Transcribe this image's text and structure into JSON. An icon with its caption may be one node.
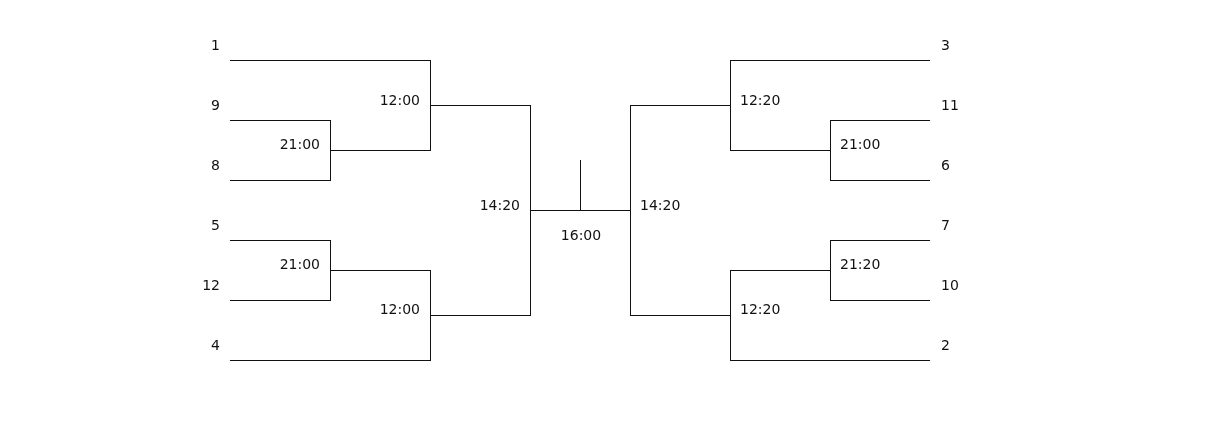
{
  "diagram": {
    "nodes": [
      {
        "text": [
          "1"
        ]
      },
      {
        "text": [
          "9"
        ]
      },
      {
        "text": [
          "8"
        ]
      },
      {
        "text": [
          "5"
        ]
      },
      {
        "text": [
          "12"
        ]
      },
      {
        "text": [
          "4"
        ]
      },
      {
        "text": [
          "21:00"
        ]
      },
      {
        "text": [
          "21:00"
        ]
      },
      {
        "text": [
          "12:00"
        ]
      },
      {
        "text": [
          "12:00"
        ]
      },
      {
        "text": [
          "14:20"
        ]
      },
      {
        "text": [
          "16:00"
        ]
      },
      {
        "text": [
          "14:20"
        ]
      },
      {
        "text": [
          "12:20"
        ]
      },
      {
        "text": [
          "12:20"
        ]
      },
      {
        "text": [
          "21:00"
        ]
      },
      {
        "text": [
          "21:20"
        ]
      },
      {
        "text": [
          "3"
        ]
      },
      {
        "text": [
          "11"
        ]
      },
      {
        "text": [
          "6"
        ]
      },
      {
        "text": [
          "7"
        ]
      },
      {
        "text": [
          "10"
        ]
      },
      {
        "text": [
          "2"
        ]
      }
    ],
    "edges": [
      {
        "from": 0,
        "to": 8,
        "arrow": "none"
      },
      {
        "from": 1,
        "to": 6,
        "arrow": "none"
      },
      {
        "from": 2,
        "to": 6,
        "arrow": "none"
      },
      {
        "from": 6,
        "to": 8,
        "arrow": "none"
      },
      {
        "from": 3,
        "to": 7,
        "arrow": "none"
      },
      {
        "from": 4,
        "to": 7,
        "arrow": "none"
      },
      {
        "from": 7,
        "to": 9,
        "arrow": "none"
      },
      {
        "from": 5,
        "to": 9,
        "arrow": "none"
      },
      {
        "from": 8,
        "to": 10,
        "arrow": "none"
      },
      {
        "from": 9,
        "to": 10,
        "arrow": "none"
      },
      {
        "from": 10,
        "to": 11,
        "arrow": "none"
      },
      {
        "from": 12,
        "to": 11,
        "arrow": "none"
      },
      {
        "from": 11,
        "to": null,
        "arrow": "none"
      },
      {
        "from": 13,
        "to": 12,
        "arrow": "none"
      },
      {
        "from": 14,
        "to": 12,
        "arrow": "none"
      },
      {
        "from": 17,
        "to": 13,
        "arrow": "none"
      },
      {
        "from": 15,
        "to": 13,
        "arrow": "none"
      },
      {
        "from": 18,
        "to": 15,
        "arrow": "none"
      },
      {
        "from": 19,
        "to": 15,
        "arrow": "none"
      },
      {
        "from": 20,
        "to": 16,
        "arrow": "none"
      },
      {
        "from": 21,
        "to": 16,
        "arrow": "none"
      },
      {
        "from": 16,
        "to": 14,
        "arrow": "none"
      },
      {
        "from": 22,
        "to": 14,
        "arrow": "none"
      }
    ]
  }
}
